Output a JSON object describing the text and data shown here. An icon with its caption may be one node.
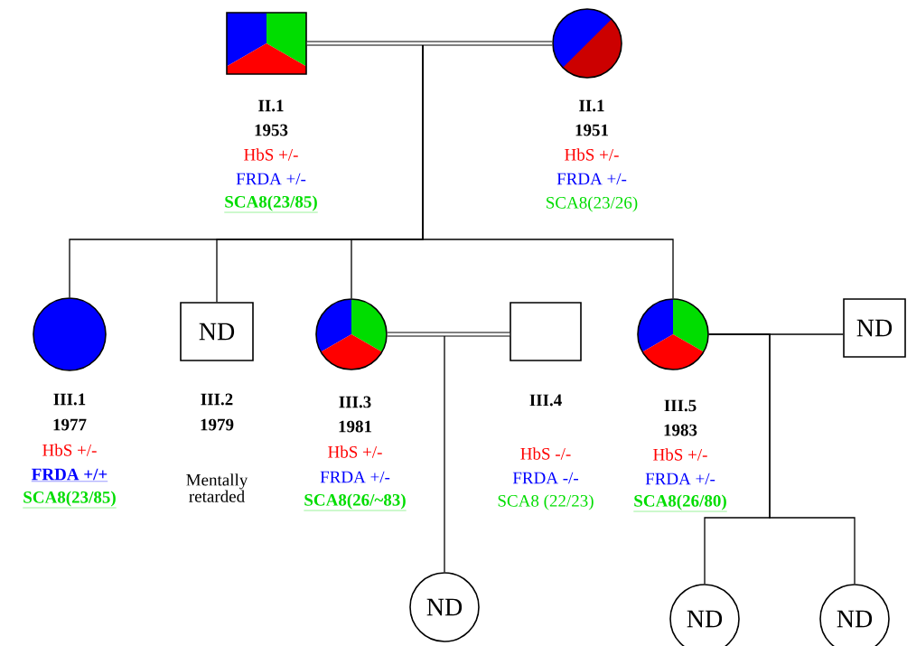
{
  "diagram": {
    "nodes": [
      {
        "text": [],
        "shape": "box",
        "beside": [
          "II.1",
          "1953",
          "HbS +/-",
          "FRDA +/-",
          "SCA8(23/85)"
        ]
      },
      {
        "text": [],
        "shape": "circle",
        "beside": [
          "II.1",
          "1951",
          "HbS +/-",
          "FRDA +/-",
          "SCA8(23/26)"
        ]
      },
      {
        "text": [],
        "shape": "circle",
        "beside": [
          "III.1",
          "1977",
          "HbS +/-",
          "FRDA +/+",
          "SCA8(23/85)"
        ]
      },
      {
        "text": [
          "ND"
        ],
        "beside": [
          "III.2",
          "1979",
          "Mentally retarded"
        ]
      },
      {
        "text": [],
        "shape": "circle",
        "beside": [
          "III.3",
          "1981",
          "HbS +/-",
          "FRDA +/-",
          "SCA8(26/~83)"
        ]
      },
      {
        "text": [],
        "shape": "box",
        "beside": [
          "III.4",
          "HbS -/-",
          "FRDA -/-",
          "SCA8 (22/23)"
        ]
      },
      {
        "text": [],
        "shape": "circle",
        "beside": [
          "III.5",
          "1983",
          "HbS +/-",
          "FRDA +/-",
          "SCA8(26/80)"
        ]
      },
      {
        "text": [
          "ND"
        ]
      },
      {
        "text": [
          "ND"
        ]
      },
      {
        "text": [
          "ND"
        ]
      },
      {
        "text": [
          "ND"
        ]
      }
    ],
    "edges": [
      {
        "from": 0,
        "to": 1,
        "arrow": "none",
        "style": "thick"
      },
      {
        "from": 0,
        "to": 2,
        "arrow": "none"
      },
      {
        "from": 0,
        "to": 3,
        "arrow": "none"
      },
      {
        "from": 0,
        "to": 4,
        "arrow": "none"
      },
      {
        "from": 0,
        "to": 6,
        "arrow": "none"
      },
      {
        "from": 4,
        "to": 5,
        "arrow": "none",
        "style": "thick"
      },
      {
        "from": 4,
        "to": 8,
        "arrow": "none"
      },
      {
        "from": 6,
        "to": 7,
        "arrow": "none"
      },
      {
        "from": 6,
        "to": 9,
        "arrow": "none"
      },
      {
        "from": 6,
        "to": 10,
        "arrow": "none"
      }
    ]
  }
}
